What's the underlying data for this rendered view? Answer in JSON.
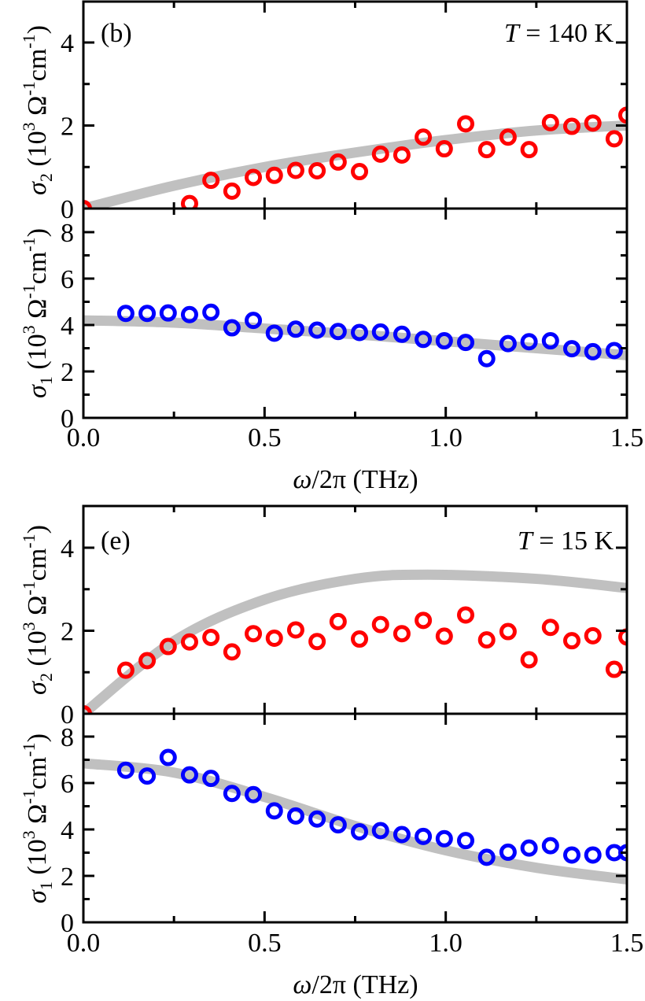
{
  "chart_data": [
    {
      "type": "scatter",
      "panel": "(b)",
      "annotation": "T = 140 K",
      "subplots": [
        {
          "name": "sigma2",
          "ylabel": "σ2 (10^3 Ω^-1 cm^-1)",
          "ylim": [
            0,
            5
          ],
          "yticks": [
            0,
            2,
            4
          ],
          "marker_color": "#ff0000",
          "series": [
            {
              "name": "data",
              "x": [
                0.0,
                0.293,
                0.352,
                0.41,
                0.469,
                0.527,
                0.586,
                0.645,
                0.703,
                0.762,
                0.82,
                0.879,
                0.938,
                0.996,
                1.055,
                1.113,
                1.172,
                1.23,
                1.289,
                1.348,
                1.406,
                1.465,
                1.5
              ],
              "y": [
                0.0,
                0.12,
                0.68,
                0.42,
                0.75,
                0.8,
                0.92,
                0.91,
                1.12,
                0.89,
                1.31,
                1.29,
                1.72,
                1.44,
                2.04,
                1.42,
                1.72,
                1.42,
                2.07,
                1.98,
                2.06,
                1.68,
                2.25
              ]
            },
            {
              "name": "fit",
              "x": [
                0.0,
                0.25,
                0.5,
                0.75,
                1.0,
                1.25,
                1.5
              ],
              "y": [
                0.0,
                0.55,
                1.0,
                1.35,
                1.65,
                1.88,
                2.0
              ]
            }
          ]
        },
        {
          "name": "sigma1",
          "ylabel": "σ1 (10^3 Ω^-1 cm^-1)",
          "ylim": [
            0,
            9
          ],
          "yticks": [
            0,
            2,
            4,
            6,
            8
          ],
          "marker_color": "#0000ff",
          "series": [
            {
              "name": "data",
              "x": [
                0.117,
                0.176,
                0.234,
                0.293,
                0.352,
                0.41,
                0.469,
                0.527,
                0.586,
                0.645,
                0.703,
                0.762,
                0.82,
                0.879,
                0.938,
                0.996,
                1.055,
                1.113,
                1.172,
                1.23,
                1.289,
                1.348,
                1.406,
                1.465
              ],
              "y": [
                4.5,
                4.5,
                4.52,
                4.45,
                4.55,
                3.88,
                4.2,
                3.65,
                3.82,
                3.78,
                3.72,
                3.68,
                3.7,
                3.6,
                3.38,
                3.32,
                3.25,
                2.55,
                3.2,
                3.28,
                3.32,
                2.98,
                2.85,
                2.9
              ]
            },
            {
              "name": "fit",
              "x": [
                0.0,
                0.25,
                0.5,
                0.75,
                1.0,
                1.25,
                1.5
              ],
              "y": [
                4.2,
                4.1,
                3.85,
                3.6,
                3.3,
                3.0,
                2.7
              ]
            }
          ]
        }
      ],
      "xlabel": "ω/2π (THz)",
      "xlim": [
        0,
        1.5
      ],
      "xticks": [
        "0.0",
        "0.5",
        "1.0",
        "1.5"
      ]
    },
    {
      "type": "scatter",
      "panel": "(e)",
      "annotation": "T = 15 K",
      "subplots": [
        {
          "name": "sigma2",
          "ylabel": "σ2 (10^3 Ω^-1 cm^-1)",
          "ylim": [
            0,
            5
          ],
          "yticks": [
            0,
            2,
            4
          ],
          "marker_color": "#ff0000",
          "series": [
            {
              "name": "data",
              "x": [
                0.0,
                0.117,
                0.176,
                0.234,
                0.293,
                0.352,
                0.41,
                0.469,
                0.527,
                0.586,
                0.645,
                0.703,
                0.762,
                0.82,
                0.879,
                0.938,
                0.996,
                1.055,
                1.113,
                1.172,
                1.23,
                1.289,
                1.348,
                1.406,
                1.465,
                1.5
              ],
              "y": [
                0.0,
                1.05,
                1.28,
                1.62,
                1.73,
                1.84,
                1.49,
                1.93,
                1.82,
                2.02,
                1.74,
                2.22,
                1.8,
                2.15,
                1.93,
                2.25,
                1.87,
                2.38,
                1.78,
                1.98,
                1.3,
                2.08,
                1.76,
                1.88,
                1.07,
                1.85
              ]
            },
            {
              "name": "fit",
              "x": [
                0.0,
                0.25,
                0.5,
                0.75,
                0.95,
                1.25,
                1.5
              ],
              "y": [
                0.0,
                1.75,
                2.75,
                3.25,
                3.35,
                3.25,
                3.03
              ]
            }
          ]
        },
        {
          "name": "sigma1",
          "ylabel": "σ1 (10^3 Ω^-1 cm^-1)",
          "ylim": [
            0,
            9
          ],
          "yticks": [
            0,
            2,
            4,
            6,
            8
          ],
          "marker_color": "#0000ff",
          "series": [
            {
              "name": "data",
              "x": [
                0.117,
                0.176,
                0.234,
                0.293,
                0.352,
                0.41,
                0.469,
                0.527,
                0.586,
                0.645,
                0.703,
                0.762,
                0.82,
                0.879,
                0.938,
                0.996,
                1.055,
                1.113,
                1.172,
                1.23,
                1.289,
                1.348,
                1.406,
                1.465,
                1.5
              ],
              "y": [
                6.55,
                6.3,
                7.1,
                6.35,
                6.2,
                5.55,
                5.5,
                4.8,
                4.58,
                4.45,
                4.2,
                3.9,
                3.95,
                3.78,
                3.7,
                3.6,
                3.52,
                2.8,
                3.02,
                3.2,
                3.3,
                2.9,
                2.9,
                3.0,
                3.0
              ]
            },
            {
              "name": "fit",
              "x": [
                0.0,
                0.25,
                0.5,
                0.75,
                1.0,
                1.25,
                1.5
              ],
              "y": [
                6.85,
                6.45,
                5.4,
                4.15,
                3.1,
                2.35,
                1.85
              ]
            }
          ]
        }
      ],
      "xlabel": "ω/2π (THz)",
      "xlim": [
        0,
        1.5
      ],
      "xticks": [
        "0.0",
        "0.5",
        "1.0",
        "1.5"
      ]
    }
  ],
  "labels": {
    "panel_b": "(b)",
    "panel_e": "(e)",
    "temp_b_T": "T",
    "temp_b_rest": " = 140 K",
    "temp_e_T": "T",
    "temp_e_rest": " = 15 K",
    "xlabel_omega": "ω",
    "xlabel_rest": "/2π (THz)",
    "ylabel_sigma": "σ",
    "ylabel_sub2": "2",
    "ylabel_sub1": "1",
    "ylabel_open": " (10",
    "ylabel_exp3": "3",
    "ylabel_omega": " Ω",
    "ylabel_exp_neg1": "-1",
    "ylabel_cm": "cm",
    "ylabel_close": ")",
    "xticks": [
      "0.0",
      "0.5",
      "1.0",
      "1.5"
    ],
    "yticks_s2": [
      "0",
      "2",
      "4"
    ],
    "yticks_s1": [
      "0",
      "2",
      "4",
      "6",
      "8"
    ]
  },
  "colors": {
    "sigma2_marker": "#ff0000",
    "sigma1_marker": "#0000ff",
    "fit_line": "#c0c0c0",
    "axis": "#000000"
  }
}
